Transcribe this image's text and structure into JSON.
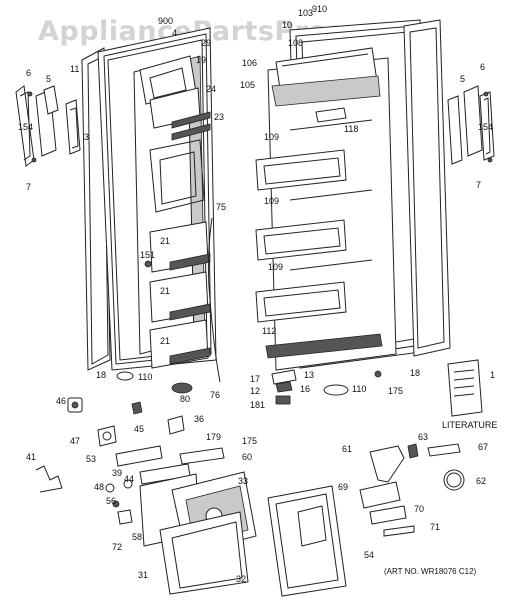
{
  "watermark": "AppliancePartsPros.com",
  "literature_label": "LITERATURE",
  "art_number": "(ART NO. WR18076 C12)",
  "callouts": [
    "900",
    "910",
    "103",
    "10",
    "29",
    "4",
    "19",
    "108",
    "106",
    "105",
    "118",
    "24",
    "23",
    "109",
    "109",
    "109",
    "75",
    "151",
    "21",
    "21",
    "21",
    "112",
    "18",
    "110",
    "80",
    "76",
    "13",
    "17",
    "16",
    "12",
    "181",
    "110",
    "175",
    "18",
    "11",
    "5",
    "6",
    "154",
    "3",
    "7",
    "6",
    "5",
    "154",
    "7",
    "1",
    "46",
    "45",
    "36",
    "179",
    "175",
    "47",
    "53",
    "60",
    "41",
    "39",
    "33",
    "44",
    "48",
    "56",
    "58",
    "72",
    "31",
    "32",
    "54",
    "61",
    "63",
    "67",
    "62",
    "69",
    "70",
    "71"
  ]
}
